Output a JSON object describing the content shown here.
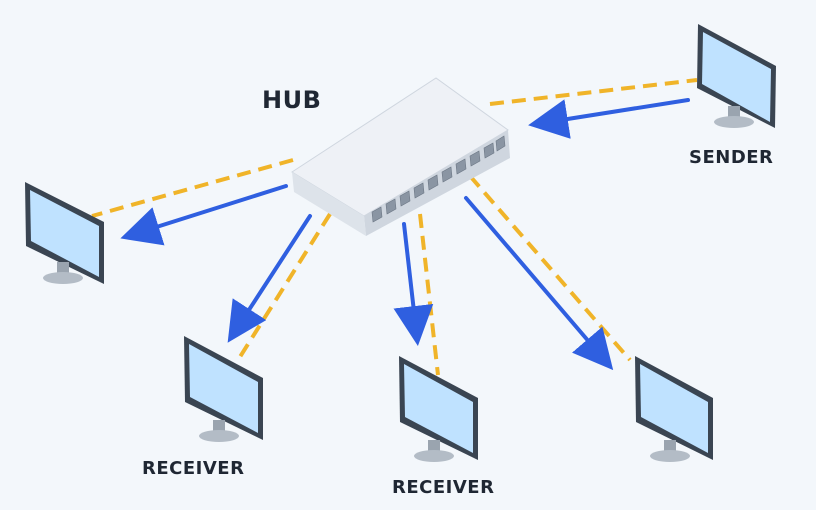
{
  "labels": {
    "hub": "HUB",
    "sender": "SENDER",
    "receiver_1": "RECEIVER",
    "receiver_2": "RECEIVER"
  },
  "colors": {
    "background": "#f3f7fb",
    "cable": "#f0b429",
    "signal_arrow": "#2f5fe0",
    "screen": "#bfe2ff",
    "monitor_frame": "#3a4552",
    "hub_body": "#e2e7ee"
  },
  "nodes": {
    "hub_ports": 10,
    "computers": [
      "sender",
      "receiver-left",
      "receiver",
      "receiver",
      "receiver-right"
    ]
  }
}
